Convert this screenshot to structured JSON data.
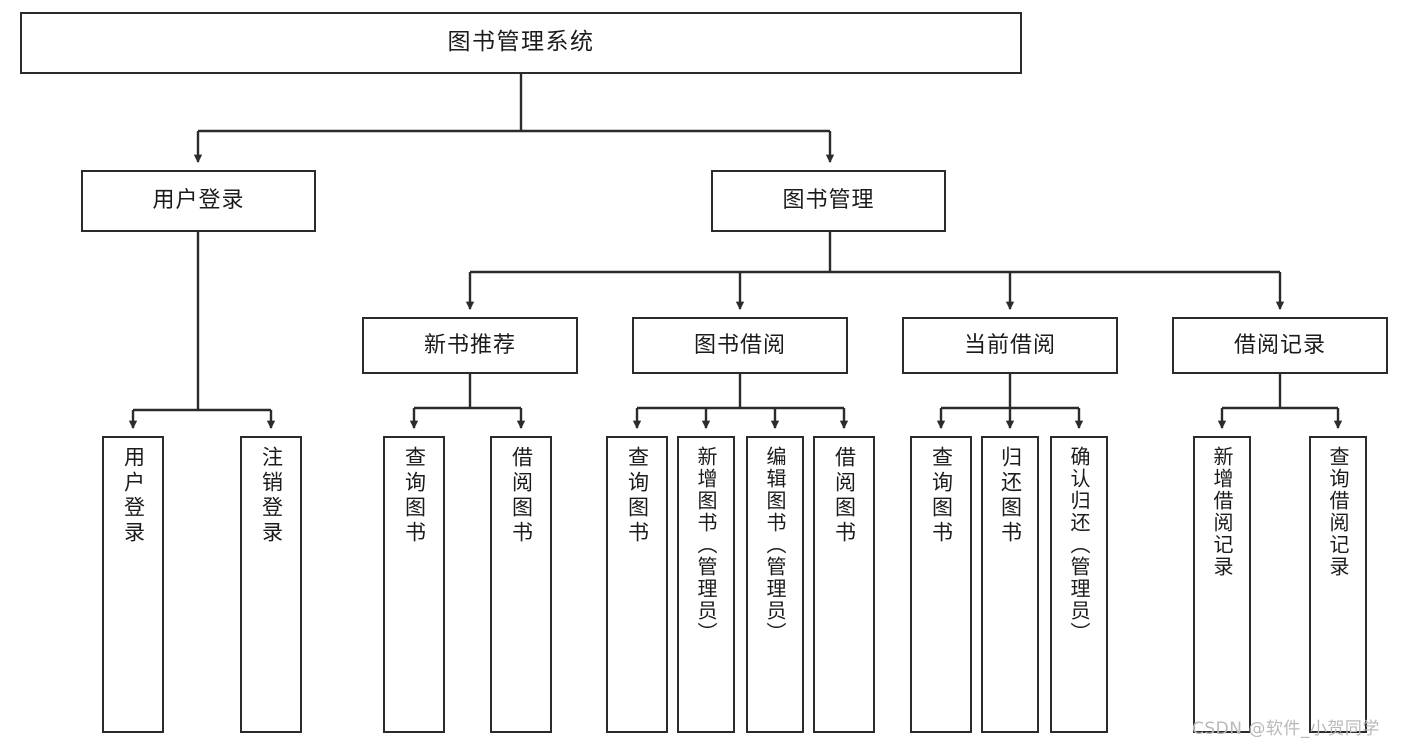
{
  "diagram": {
    "title": "图书管理系统",
    "type": "tree-hierarchy-chart",
    "watermark": "CSDN @软件_小贺同学",
    "stroke_color": "#2b2b2b",
    "background_color": "#ffffff",
    "text_color": "#1b1b1b",
    "watermark_color": "#b9b9b9"
  },
  "nodes": {
    "root": {
      "label": "图书管理系统"
    },
    "level2": [
      {
        "label": "用户登录"
      },
      {
        "label": "图书管理"
      }
    ],
    "level3": [
      {
        "label": "新书推荐"
      },
      {
        "label": "图书借阅"
      },
      {
        "label": "当前借阅"
      },
      {
        "label": "借阅记录"
      }
    ],
    "leaves": {
      "user_login": [
        {
          "label": "用户登录"
        },
        {
          "label": "注销登录"
        }
      ],
      "new_book_recommend": [
        {
          "label": "查询图书"
        },
        {
          "label": "借阅图书"
        }
      ],
      "book_borrow": [
        {
          "label": "查询图书"
        },
        {
          "label": "新增图书（管理员）"
        },
        {
          "label": "编辑图书（管理员）"
        },
        {
          "label": "借阅图书"
        }
      ],
      "current_borrow": [
        {
          "label": "查询图书"
        },
        {
          "label": "归还图书"
        },
        {
          "label": "确认归还（管理员）"
        }
      ],
      "borrow_records": [
        {
          "label": "新增借阅记录"
        },
        {
          "label": "查询借阅记录"
        }
      ]
    }
  }
}
